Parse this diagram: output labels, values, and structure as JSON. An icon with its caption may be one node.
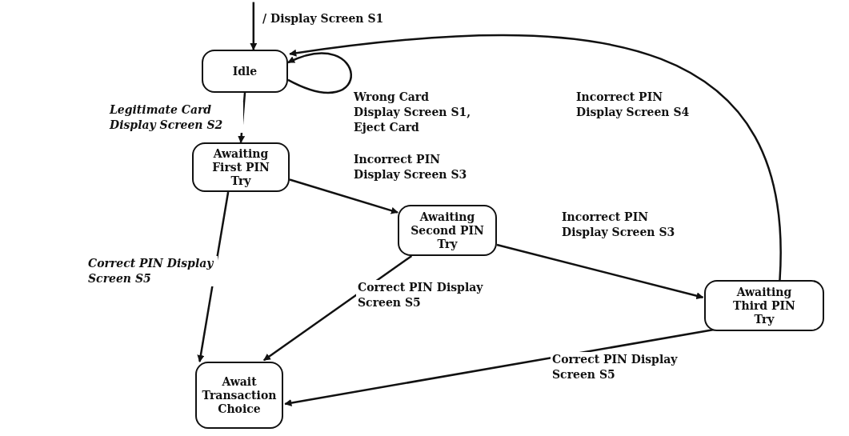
{
  "diagram": {
    "nodes": [
      {
        "text": [
          "Idle"
        ]
      },
      {
        "text": [
          "Awaiting First PIN Try"
        ]
      },
      {
        "text": [
          "Awaiting Second PIN Try"
        ]
      },
      {
        "text": [
          "Awaiting Third PIN Try"
        ]
      },
      {
        "text": [
          "Await Transaction Choice"
        ]
      }
    ],
    "edges": [
      {
        "from": null,
        "to": 0,
        "arrow": "to",
        "label": "/ Display Screen S1"
      },
      {
        "from": 0,
        "to": 0,
        "arrow": "to",
        "label": "Wrong Card Display Screen S1, Eject Card"
      },
      {
        "from": 0,
        "to": 1,
        "arrow": "to",
        "label": "Legitimate Card Display Screen S2"
      },
      {
        "from": 1,
        "to": 2,
        "arrow": "to",
        "label": "Incorrect PIN Display Screen S3"
      },
      {
        "from": 1,
        "to": 4,
        "arrow": "to",
        "label": "Correct PIN Display Screen S5"
      },
      {
        "from": 2,
        "to": 3,
        "arrow": "to",
        "label": "Incorrect PIN Display Screen S3"
      },
      {
        "from": 2,
        "to": 4,
        "arrow": "to",
        "label": "Correct PIN Display Screen S5"
      },
      {
        "from": 3,
        "to": 0,
        "arrow": "to",
        "label": "Incorrect PIN Display Screen S4"
      },
      {
        "from": 3,
        "to": 4,
        "arrow": "to",
        "label": "Correct PIN Display Screen S5"
      }
    ]
  }
}
